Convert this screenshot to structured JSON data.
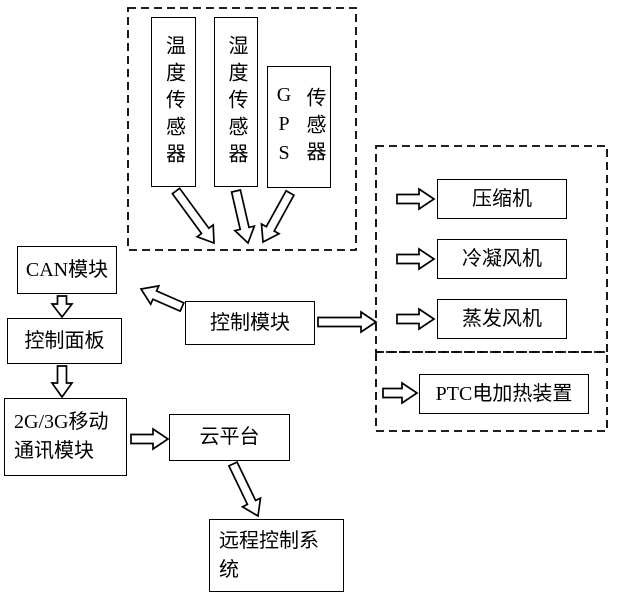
{
  "nodes": {
    "temperature_sensor": "温度传感器",
    "humidity_sensor": "湿度传感器",
    "gps_sensor": "GPS\n传感器",
    "can_module": "CAN模块",
    "control_panel": "控制面板",
    "mobile_module": "2G/3G移动\n通讯模块",
    "control_module": "控制模块",
    "cloud_platform": "云平台",
    "remote_control_system": "远程控制系\n统",
    "compressor": "压缩机",
    "condensing_fan": "冷凝风机",
    "evaporating_fan": "蒸发风机",
    "ptc_heater": "PTC电加热装置"
  },
  "connections": [
    {
      "from": "temperature_sensor",
      "to": "control_module"
    },
    {
      "from": "humidity_sensor",
      "to": "control_module"
    },
    {
      "from": "gps_sensor",
      "to": "control_module"
    },
    {
      "from": "control_module",
      "to": "can_module"
    },
    {
      "from": "can_module",
      "to": "control_panel"
    },
    {
      "from": "control_panel",
      "to": "mobile_module"
    },
    {
      "from": "mobile_module",
      "to": "cloud_platform"
    },
    {
      "from": "cloud_platform",
      "to": "remote_control_system"
    },
    {
      "from": "control_module",
      "to": "actuator_group"
    },
    {
      "from": "actuator_group",
      "to": "compressor"
    },
    {
      "from": "actuator_group",
      "to": "condensing_fan"
    },
    {
      "from": "actuator_group",
      "to": "evaporating_fan"
    },
    {
      "from": "heater_group",
      "to": "ptc_heater"
    }
  ],
  "colors": {
    "line": "#000000",
    "box_fill": "#ffffff",
    "background": "#ffffff"
  }
}
